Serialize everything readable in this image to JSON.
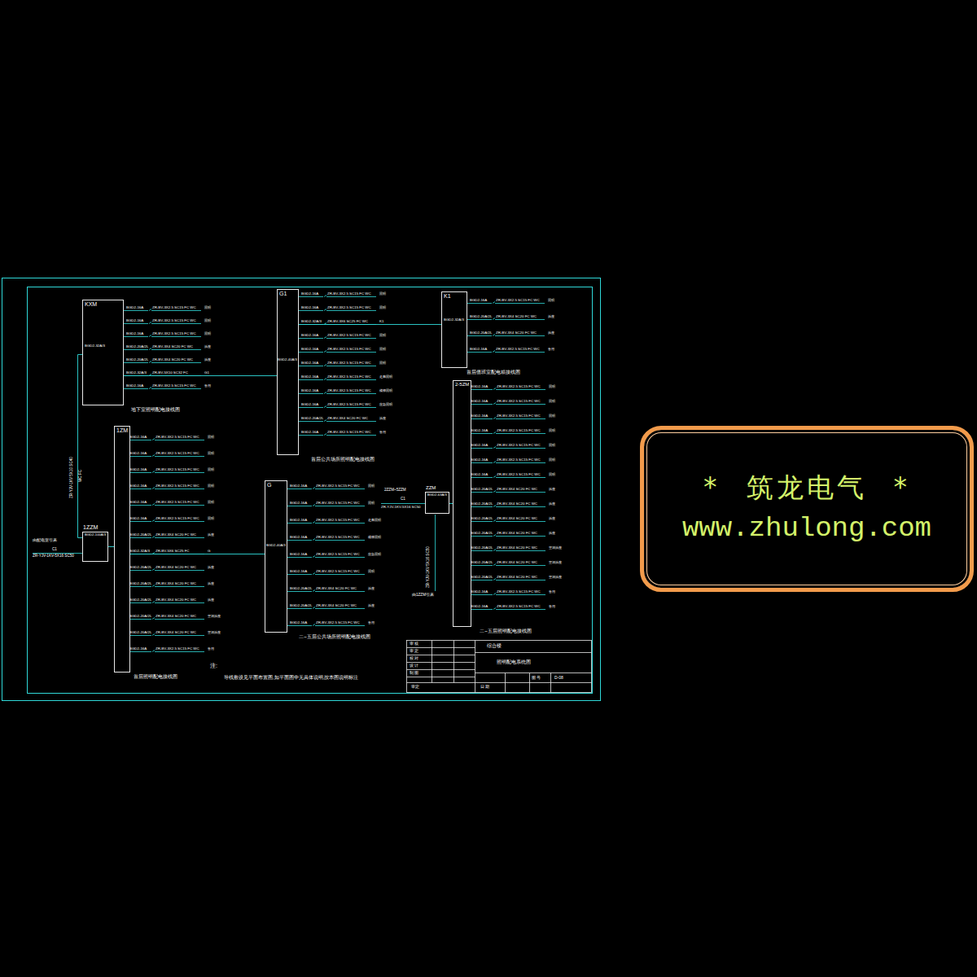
{
  "diagram": {
    "nodes": [
      {
        "text": [
          "KXM",
          "地下室照明配电接线图"
        ]
      },
      {
        "text": [
          "G1",
          "首层公共场所照明配电接线图"
        ]
      },
      {
        "text": [
          "K1",
          "首层值班室配电箱接线图"
        ]
      },
      {
        "text": [
          "2-5ZM",
          "二~五层照明配电接线图"
        ]
      },
      {
        "text": [
          "1ZM",
          "首层照明配电接线图"
        ]
      },
      {
        "text": [
          "1ZZM",
          "BGD2-100A/3"
        ]
      },
      {
        "text": [
          "G",
          "二~五层公共场所照明配电接线图"
        ]
      },
      {
        "text": [
          "ZZM",
          "BGD2-63A/3"
        ]
      },
      {
        "text": [
          "* 筑龙电气 *",
          "www.zhulong.com"
        ]
      }
    ],
    "edges": [
      {
        "from": 5,
        "to": 0,
        "arrow": "none"
      },
      {
        "from": 5,
        "to": 4,
        "arrow": "none"
      },
      {
        "from": 0,
        "to": 1,
        "arrow": "none"
      },
      {
        "from": 1,
        "to": 2,
        "arrow": "none"
      },
      {
        "from": 4,
        "to": 6,
        "arrow": "none"
      },
      {
        "from": 7,
        "to": 3,
        "arrow": "none"
      }
    ],
    "labels": [
      "BGD2-32A/3",
      "BGD2-40A/3",
      "BGD2-32A/3",
      "BGD2-40A/3",
      "ZR-YJV-1KV 5X10 SC40",
      "WC FC",
      "由配电室引来",
      "C1",
      "ZR-YJV-1KV-5X16 SC50",
      "2ZZM~5ZZM",
      "C1",
      "ZR-YJV-1KV-5X16 SC50",
      "ZR-YJV-1KV 5X16 SC50",
      "由1ZZM引来",
      "注:",
      "导线敷设见平面布置图,如平面图中无具体说明,按本图说明标注",
      "审 核",
      "审 定",
      "校 对",
      "设 计",
      "制 图",
      "综合楼",
      "照明配电系统图",
      "图 号",
      "D-08",
      "日 期",
      "审定",
      "BGD2-16A",
      "ZR-BV-3X2.5 SC15 FC WC",
      "照明",
      "BGD2-16A",
      "ZR-BV-3X2.5 SC15 FC WC",
      "照明",
      "BGD2-16A",
      "ZR-BV-3X2.5 SC15 FC WC",
      "照明",
      "BGD2-20A/2L",
      "ZR-BV-3X4 SC20 FC WC",
      "插座",
      "BGD2-20A/2L",
      "ZR-BV-3X4 SC20 FC WC",
      "插座",
      "BGD2-32A/3",
      "ZR-BV-5X10 SC32 FC",
      "G1",
      "BGD2-16A",
      "ZR-BV-3X2.5 SC15 FC WC",
      "备用",
      "BGD2-16A",
      "ZR-BV-3X2.5 SC15 FC WC",
      "照明",
      "BGD2-16A",
      "ZR-BV-3X2.5 SC15 FC WC",
      "照明",
      "BGD2-32A/3",
      "ZR-BV-3X6 SC25 FC WC",
      "K1",
      "BGD2-16A",
      "ZR-BV-3X2.5 SC15 FC WC",
      "照明",
      "BGD2-16A",
      "ZR-BV-3X2.5 SC15 FC WC",
      "照明",
      "BGD2-16A",
      "ZR-BV-3X2.5 SC15 FC WC",
      "照明",
      "BGD2-16A",
      "ZR-BV-3X2.5 SC15 FC WC",
      "走廊照明",
      "BGD2-16A",
      "ZR-BV-3X2.5 SC15 FC WC",
      "楼梯照明",
      "BGD2-16A",
      "ZR-BV-3X2.5 SC15 FC WC",
      "应急照明",
      "BGD2-20A/2L",
      "ZR-BV-3X4 SC20 FC WC",
      "插座",
      "BGD2-16A",
      "ZR-BV-3X2.5 SC15 FC WC",
      "备用",
      "BGD2-16A",
      "ZR-BV-3X2.5 SC15 FC WC",
      "照明",
      "BGD2-20A/2L",
      "ZR-BV-3X4 SC20 FC WC",
      "插座",
      "BGD2-20A/2L",
      "ZR-BV-3X4 SC20 FC WC",
      "插座",
      "BGD2-16A",
      "ZR-BV-3X2.5 SC15 FC WC",
      "备用",
      "BGD2-16A",
      "ZR-BV-3X2.5 SC15 FC WC",
      "照明",
      "BGD2-16A",
      "ZR-BV-3X2.5 SC15 FC WC",
      "照明",
      "BGD2-16A",
      "ZR-BV-3X2.5 SC15 FC WC",
      "照明",
      "BGD2-16A",
      "ZR-BV-3X2.5 SC15 FC WC",
      "照明",
      "BGD2-16A",
      "ZR-BV-3X2.5 SC15 FC WC",
      "照明",
      "BGD2-16A",
      "ZR-BV-3X2.5 SC15 FC WC",
      "照明",
      "BGD2-16A",
      "ZR-BV-3X2.5 SC15 FC WC",
      "照明",
      "BGD2-20A/2L",
      "ZR-BV-3X4 SC20 FC WC",
      "插座",
      "BGD2-20A/2L",
      "ZR-BV-3X4 SC20 FC WC",
      "插座",
      "BGD2-20A/2L",
      "ZR-BV-3X4 SC20 FC WC",
      "插座",
      "BGD2-20A/2L",
      "ZR-BV-3X4 SC20 FC WC",
      "插座",
      "BGD2-20A/2L",
      "ZR-BV-3X4 SC20 FC WC",
      "空调插座",
      "BGD2-20A/2L",
      "ZR-BV-3X4 SC20 FC WC",
      "空调插座",
      "BGD2-20A/2L",
      "ZR-BV-3X4 SC20 FC WC",
      "空调插座",
      "BGD2-16A",
      "ZR-BV-3X2.5 SC15 FC WC",
      "备用",
      "BGD2-16A",
      "ZR-BV-3X2.5 SC15 FC WC",
      "备用",
      "BGD2-16A",
      "ZR-BV-3X2.5 SC15 FC WC",
      "照明",
      "BGD2-16A",
      "ZR-BV-3X2.5 SC15 FC WC",
      "照明",
      "BGD2-16A",
      "ZR-BV-3X2.5 SC15 FC WC",
      "照明",
      "BGD2-16A",
      "ZR-BV-3X2.5 SC15 FC WC",
      "照明",
      "BGD2-16A",
      "ZR-BV-3X2.5 SC15 FC WC",
      "照明",
      "BGD2-16A",
      "ZR-BV-3X2.5 SC15 FC WC",
      "照明",
      "BGD2-20A/2L",
      "ZR-BV-3X4 SC20 FC WC",
      "插座",
      "BGD2-32A/3",
      "ZR-BV-5X6 SC25 FC",
      "G",
      "BGD2-20A/2L",
      "ZR-BV-3X4 SC20 FC WC",
      "插座",
      "BGD2-20A/2L",
      "ZR-BV-3X4 SC20 FC WC",
      "插座",
      "BGD2-20A/2L",
      "ZR-BV-3X4 SC20 FC WC",
      "插座",
      "BGD2-20A/2L",
      "ZR-BV-3X4 SC20 FC WC",
      "空调插座",
      "BGD2-20A/2L",
      "ZR-BV-3X4 SC20 FC WC",
      "空调插座",
      "BGD2-16A",
      "ZR-BV-3X2.5 SC15 FC WC",
      "备用",
      "BGD2-16A",
      "ZR-BV-3X2.5 SC15 FC WC",
      "照明",
      "BGD2-16A",
      "ZR-BV-3X2.5 SC15 FC WC",
      "照明",
      "BGD2-16A",
      "ZR-BV-3X2.5 SC15 FC WC",
      "走廊照明",
      "BGD2-16A",
      "ZR-BV-3X2.5 SC15 FC WC",
      "楼梯照明",
      "BGD2-16A",
      "ZR-BV-3X2.5 SC15 FC WC",
      "应急照明",
      "BGD2-16A",
      "ZR-BV-3X2.5 SC15 FC WC",
      "照明",
      "BGD2-20A/2L",
      "ZR-BV-3X4 SC20 FC WC",
      "插座",
      "BGD2-20A/2L",
      "ZR-BV-3X4 SC20 FC WC",
      "插座",
      "BGD2-16A",
      "ZR-BV-3X2.5 SC15 FC WC",
      "备用"
    ]
  }
}
